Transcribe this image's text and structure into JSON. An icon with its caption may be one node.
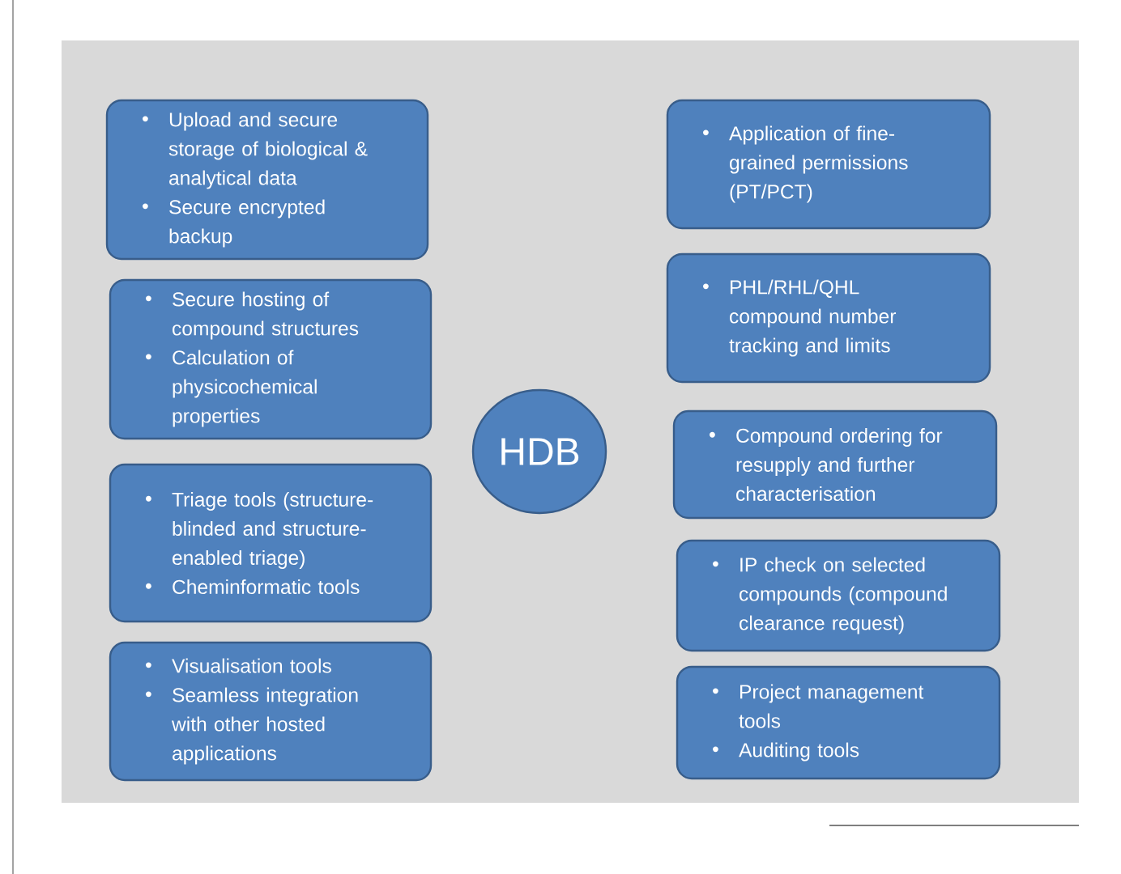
{
  "diagram": {
    "nodes": [
      {
        "text": [
          "Upload and secure storage of biological & analytical data",
          "Secure encrypted backup"
        ]
      },
      {
        "text": [
          "Secure hosting of compound structures",
          "Calculation of physicochemical properties"
        ]
      },
      {
        "text": [
          "Triage tools (structure-blinded and structure-enabled triage)",
          "Cheminformatic tools"
        ]
      },
      {
        "text": [
          "Visualisation tools",
          "Seamless integration with other hosted applications"
        ]
      },
      {
        "text": [
          "HDB"
        ]
      },
      {
        "text": [
          "Application of fine-grained permissions (PT/PCT)"
        ]
      },
      {
        "text": [
          "PHL/RHL/QHL compound number tracking and limits"
        ]
      },
      {
        "text": [
          "Compound ordering for resupply and further characterisation"
        ]
      },
      {
        "text": [
          "IP check on selected compounds (compound clearance request)"
        ]
      },
      {
        "text": [
          "Project management tools",
          "Auditing tools"
        ]
      }
    ]
  }
}
